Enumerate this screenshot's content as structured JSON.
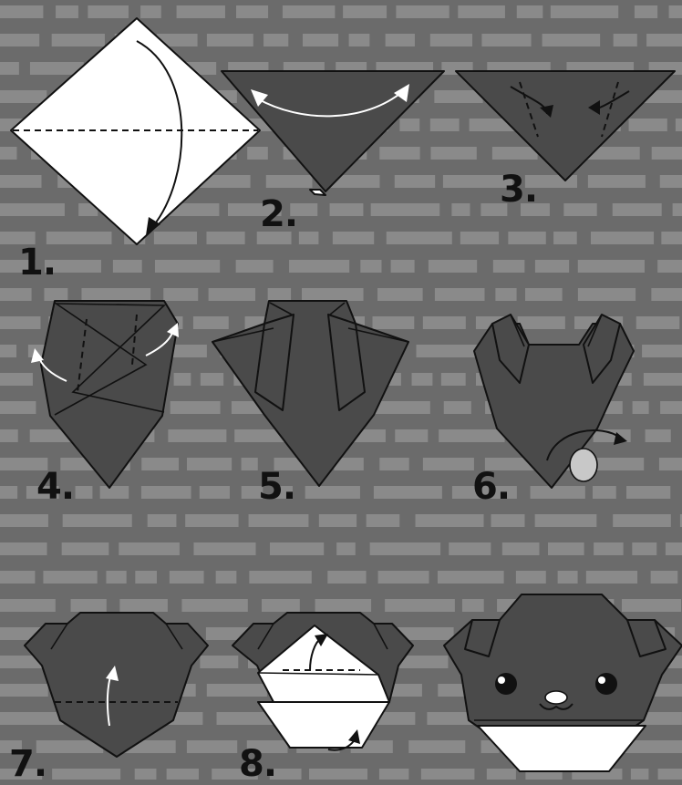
{
  "steps": [
    {
      "label": "1."
    },
    {
      "label": "2."
    },
    {
      "label": "3."
    },
    {
      "label": "4."
    },
    {
      "label": "5."
    },
    {
      "label": "6."
    },
    {
      "label": "7."
    },
    {
      "label": "8."
    }
  ],
  "colors": {
    "paper_dark": "#4a4a4a",
    "paper_white": "#ffffff",
    "background_print": "#6b6b6b",
    "outline": "#111111"
  },
  "icons": [
    "fold-arrow-icon",
    "crease-line-icon"
  ]
}
